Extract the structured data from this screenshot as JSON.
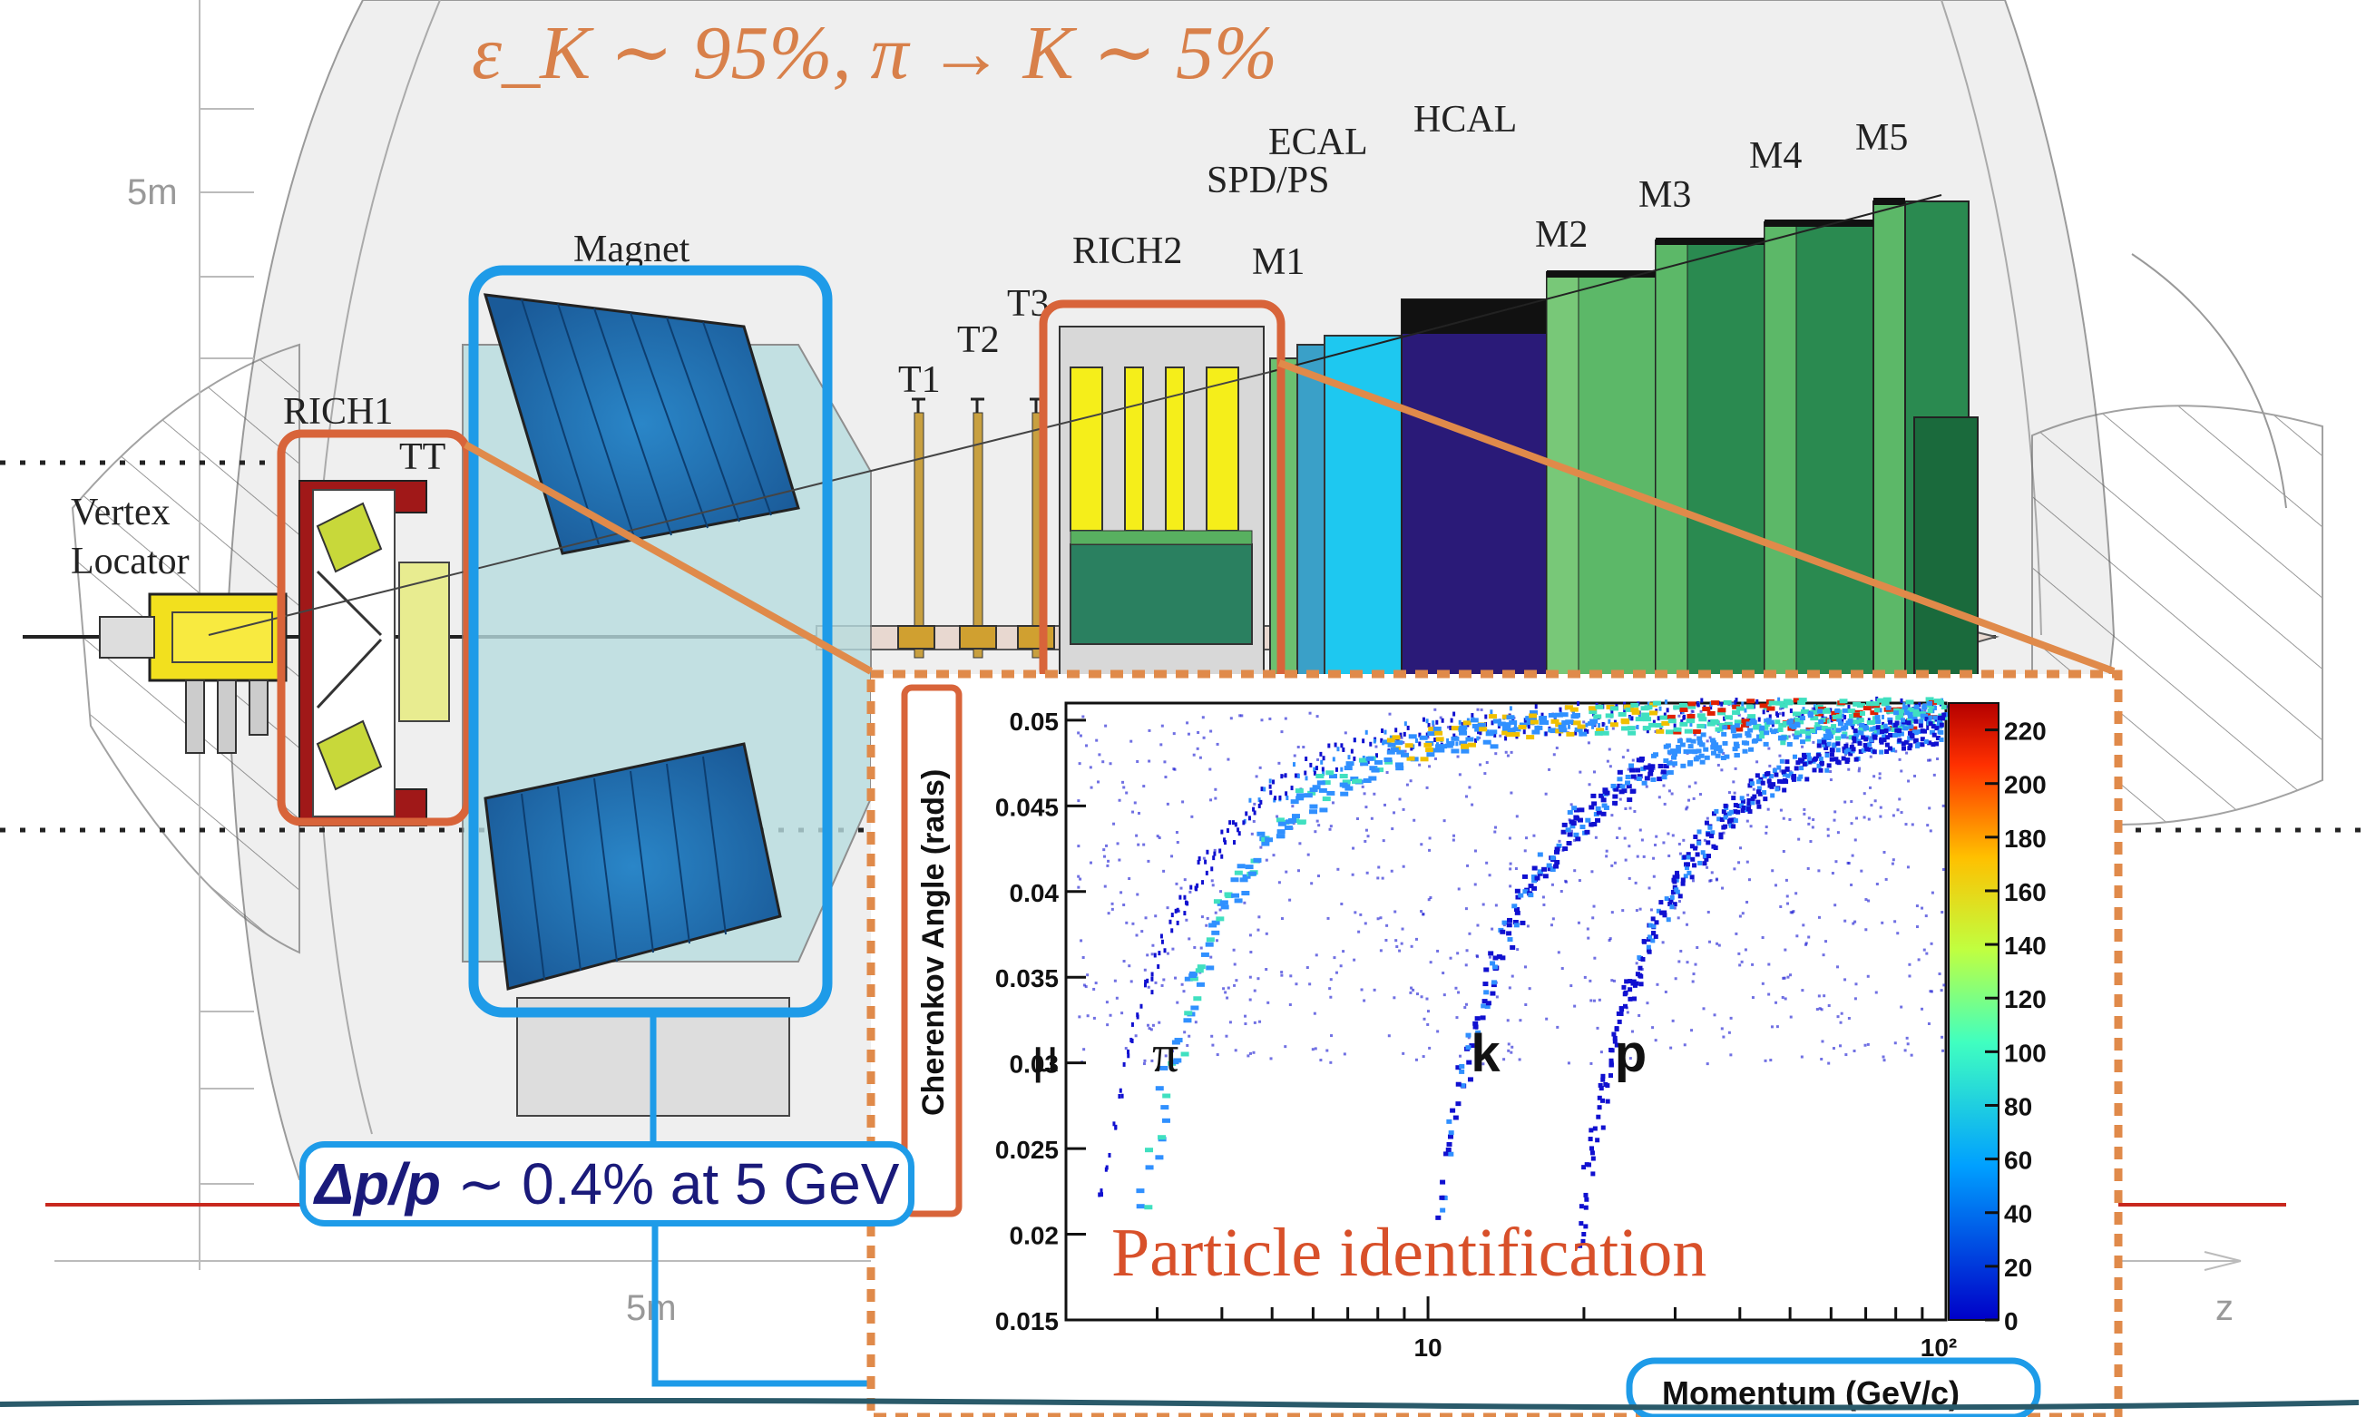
{
  "headline": {
    "efficiency_formula": "ε_K ∼ 95%, π → K ∼ 5%"
  },
  "detector": {
    "labels": {
      "vertex": "Vertex",
      "locator": "Locator",
      "rich1": "RICH1",
      "tt": "TT",
      "magnet": "Magnet",
      "t1": "T1",
      "t2": "T2",
      "t3": "T3",
      "rich2": "RICH2",
      "m1": "M1",
      "spd_ps": "SPD/PS",
      "ecal": "ECAL",
      "hcal": "HCAL",
      "m2": "M2",
      "m3": "M3",
      "m4": "M4",
      "m5": "M5"
    },
    "scale_labels": {
      "y_5m": "5m",
      "x_5m": "5m",
      "z_axis": "z"
    }
  },
  "resolution": {
    "delta_p": "Δp",
    "slash": "/",
    "p": "p",
    "rest": " ∼ 0.4% at 5 GeV"
  },
  "pid_plot": {
    "caption": "Particle identification",
    "chart_data": {
      "type": "heatmap",
      "xlabel": "Momentum (GeV/c)",
      "ylabel": "Cherenkov Angle (rads)",
      "x_scale": "log",
      "xlim": [
        2,
        100
      ],
      "ylim": [
        0.015,
        0.051
      ],
      "x_tick_labels": [
        "10",
        "10²"
      ],
      "y_ticks": [
        0.015,
        0.02,
        0.025,
        0.03,
        0.035,
        0.04,
        0.045,
        0.05
      ],
      "y_tick_labels": [
        "0.015",
        "0.02",
        "0.025",
        "0.03",
        "0.035",
        "0.04",
        "0.045",
        "0.05"
      ],
      "colorbar_ticks": [
        "0",
        "20",
        "40",
        "60",
        "80",
        "100",
        "120",
        "140",
        "160",
        "180",
        "200",
        "220"
      ],
      "colorbar_range": [
        0,
        230
      ],
      "bands": [
        {
          "label": "μ",
          "threshold_p_gev": 2.1,
          "saturation_angle": 0.0505
        },
        {
          "label": "π",
          "threshold_p_gev": 2.6,
          "saturation_angle": 0.0505
        },
        {
          "label": "k",
          "threshold_p_gev": 9.5,
          "saturation_angle": 0.0505
        },
        {
          "label": "p",
          "threshold_p_gev": 18,
          "saturation_angle": 0.0505
        }
      ],
      "colors": {
        "low": "#1010d0",
        "mid": "#40c0ff",
        "high": "#e02000"
      }
    }
  },
  "colors": {
    "rich_box": "#d8643a",
    "tracking_box": "#1e9be8",
    "pid_box": "#e08a4a",
    "formula": "#d8804a",
    "resolution_text": "#1a1a7a",
    "beam_red": "#c8281e",
    "magnet_blue": "#1f6fb0"
  }
}
